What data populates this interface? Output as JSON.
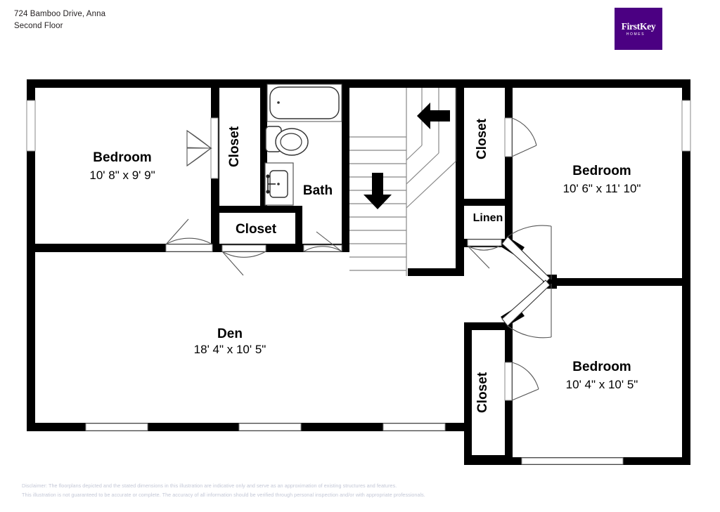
{
  "header": {
    "address": "724 Bamboo Drive, Anna",
    "floor": "Second Floor"
  },
  "logo": {
    "name": "FirstKey",
    "tagline": "HOMES",
    "background_color": "#4b0082",
    "text_color": "#ffffff"
  },
  "rooms": {
    "bedroom_left": {
      "name": "Bedroom",
      "dimensions": "10' 8\" x 9' 9\""
    },
    "bedroom_top_right": {
      "name": "Bedroom",
      "dimensions": "10' 6\" x 11' 10\""
    },
    "bedroom_bottom_right": {
      "name": "Bedroom",
      "dimensions": "10' 4\" x 10' 5\""
    },
    "den": {
      "name": "Den",
      "dimensions": "18' 4\" x 10' 5\""
    },
    "bath": {
      "name": "Bath"
    },
    "closet_vertical_left": {
      "name": "Closet"
    },
    "closet_horizontal": {
      "name": "Closet"
    },
    "closet_top_right": {
      "name": "Closet"
    },
    "closet_bottom_right": {
      "name": "Closet"
    },
    "linen": {
      "name": "Linen"
    }
  },
  "stairs": {
    "down_arrow": "down-arrow",
    "left_arrow": "left-arrow"
  },
  "disclaimer": {
    "line1": "Disclaimer: The floorplans depicted and the stated dimensions in this illustration are indicative only and serve as an approximation of existing structures and features.",
    "line2": "This illustration is not guaranteed to be accurate or complete. The accuracy of all information should be verified through personal inspection and/or with appropriate professionals."
  }
}
